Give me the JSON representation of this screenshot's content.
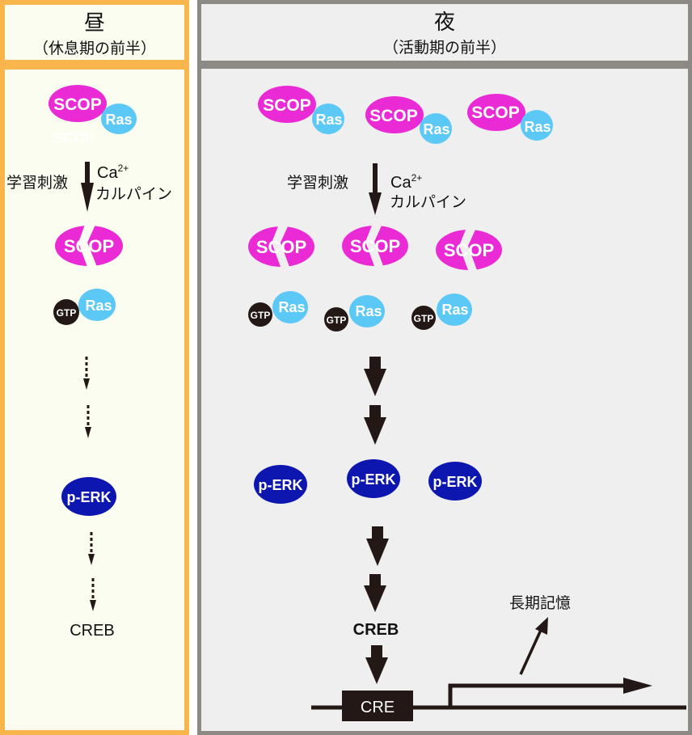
{
  "day_panel": {
    "title": "昼",
    "subtitle": "（休息期の前半）",
    "stimulus_label": "学習刺激",
    "ca_label": "Ca",
    "ca_superscript": "2+",
    "calpain_label": "カルパイン",
    "scop_label": "SCOP",
    "ras_label": "Ras",
    "scop_ghost_label": "SCOP",
    "cleaved_scop_label": "SCOP",
    "gtp_label": "GTP",
    "gtp_ras_label": "Ras",
    "perk_label": "p-ERK",
    "creb_label": "CREB"
  },
  "night_panel": {
    "title": "夜",
    "subtitle": "（活動期の前半）",
    "stimulus_label": "学習刺激",
    "ca_label": "Ca",
    "ca_superscript": "2+",
    "calpain_label": "カルパイン",
    "complexes": [
      {
        "scop": "SCOP",
        "ras": "Ras"
      },
      {
        "scop": "SCOP",
        "ras": "Ras"
      },
      {
        "scop": "SCOP",
        "ras": "Ras"
      }
    ],
    "cleaved_scop": [
      "SCOP",
      "SCOP",
      "SCOP"
    ],
    "gtp_ras": [
      {
        "gtp": "GTP",
        "ras": "Ras"
      },
      {
        "gtp": "GTP",
        "ras": "Ras"
      },
      {
        "gtp": "GTP",
        "ras": "Ras"
      }
    ],
    "perk": [
      "p-ERK",
      "p-ERK",
      "p-ERK"
    ],
    "creb_label": "CREB",
    "cre_label": "CRE",
    "memory_label": "長期記憶"
  },
  "colors": {
    "scop": "#ea2bd5",
    "ras": "#5cc8f5",
    "gtp": "#231815",
    "perk": "#0d17b0",
    "arrow": "#231815",
    "day_border": "#f8b54b",
    "night_border": "#8d8985"
  }
}
